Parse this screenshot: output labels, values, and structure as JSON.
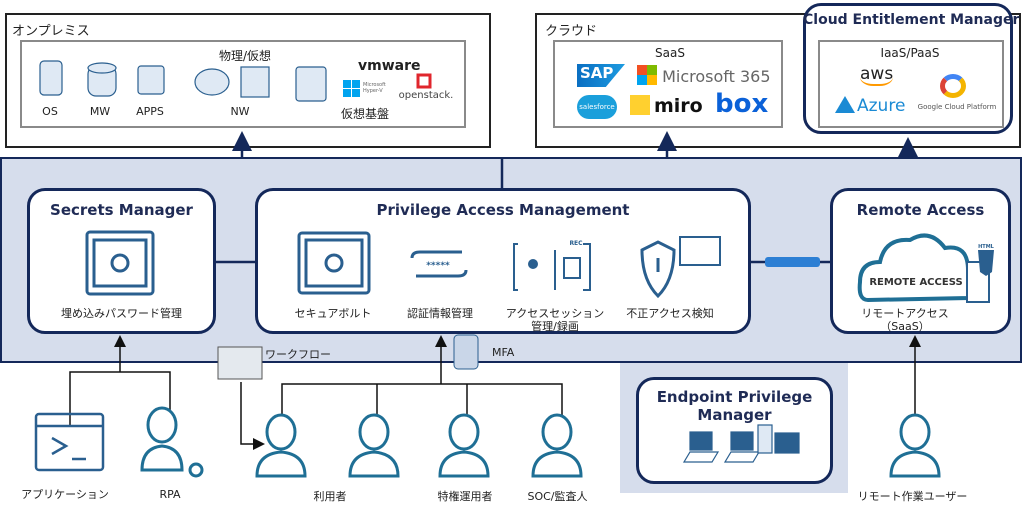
{
  "onprem": {
    "title": "オンプレミス",
    "group": "物理/仮想",
    "items": [
      "OS",
      "MW",
      "APPS",
      "NW"
    ],
    "virtual_label": "仮想基盤",
    "logos": [
      "vmware",
      "Microsoft Hyper-V",
      "openstack."
    ]
  },
  "cloud": {
    "title": "クラウド",
    "saas": {
      "title": "SaaS",
      "logos": [
        "SAP",
        "Microsoft 365",
        "salesforce",
        "miro",
        "box"
      ]
    }
  },
  "cem": {
    "title": "Cloud Entitlement Manager",
    "group": "IaaS/PaaS",
    "logos": [
      "aws",
      "Azure",
      "Google Cloud Platform"
    ]
  },
  "secrets": {
    "title": "Secrets Manager",
    "item": "埋め込みパスワード管理"
  },
  "pam": {
    "title": "Privilege Access Management",
    "items": [
      "セキュアボルト",
      "認証情報管理",
      "アクセスセッション",
      "管理/録画",
      "不正アクセス検知"
    ],
    "rec": "REC",
    "password_mask": "*****"
  },
  "remote": {
    "title": "Remote Access",
    "logo": "REMOTE ACCESS",
    "html": "HTML",
    "line1": "リモートアクセス",
    "line2": "（SaaS）"
  },
  "epm": {
    "title_line1": "Endpoint Privilege",
    "title_line2": "Manager"
  },
  "workflow": "ワークフロー",
  "mfa": "MFA",
  "actors": [
    "アプリケーション",
    "RPA",
    "利用者",
    "特権運用者",
    "SOC/監査人",
    "リモート作業ユーザー"
  ],
  "colors": {
    "navy": "#14285a",
    "band": "#d6ddec",
    "icon_blue": "#2a5f8f",
    "teal": "#1f6f95",
    "pill": "#2d7fd4"
  }
}
